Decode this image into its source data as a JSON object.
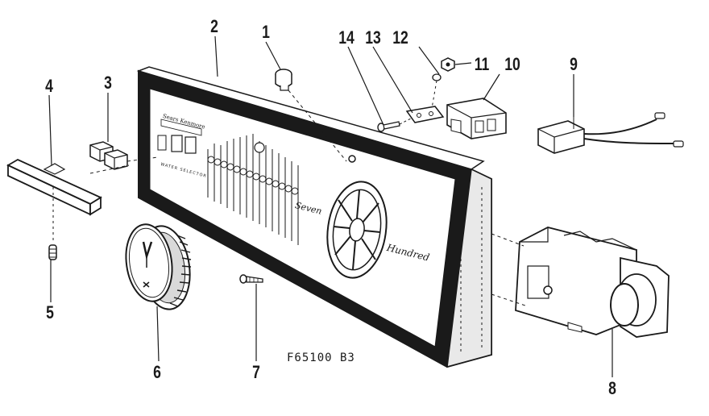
{
  "diagram": {
    "figure_code": "F65100 B3",
    "callouts": [
      {
        "id": "1",
        "label": "1"
      },
      {
        "id": "2",
        "label": "2"
      },
      {
        "id": "3",
        "label": "3"
      },
      {
        "id": "4",
        "label": "4"
      },
      {
        "id": "5",
        "label": "5"
      },
      {
        "id": "6",
        "label": "6"
      },
      {
        "id": "7",
        "label": "7"
      },
      {
        "id": "8",
        "label": "8"
      },
      {
        "id": "9",
        "label": "9"
      },
      {
        "id": "10",
        "label": "10"
      },
      {
        "id": "11",
        "label": "11"
      },
      {
        "id": "12",
        "label": "12"
      },
      {
        "id": "13",
        "label": "13"
      },
      {
        "id": "14",
        "label": "14"
      }
    ],
    "panel_text": {
      "top_left_label": "Sears Kenmore",
      "sub_label": "WATER SELECTOR",
      "script_word_1": "Seven",
      "script_word_2": "Hundred"
    },
    "ink_color": "#1a1a1a",
    "paper_color": "#ffffff"
  }
}
